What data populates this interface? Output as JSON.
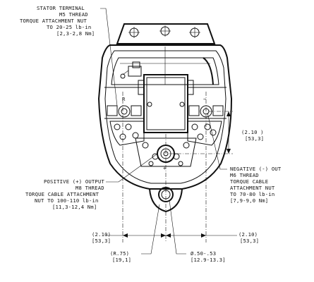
{
  "callouts": {
    "stator": [
      "STATOR TERMINAL",
      "M5 THREAD",
      "TORQUE ATTACHMENT NUT",
      "TO 20-25 lb-in",
      "[2,3-2,8 Nm]"
    ],
    "positive": [
      "POSITIVE (+) OUTPUT",
      "M8 THREAD",
      "TORQUE CABLE ATTACHMENT",
      "NUT TO 100-110 lb-in",
      "[11,3-12,4 Nm]"
    ],
    "negative": [
      "NEGATIVE (-) OUT",
      "M6 THREAD",
      "TORQUE CABLE",
      "ATTACHMENT NUT",
      "TO 70-80 lb-in",
      "[7,9-9,0 Nm]"
    ]
  },
  "dimensions": {
    "right_vertical": [
      "(2.10 )",
      "[53,3]"
    ],
    "bottom_left": [
      "(2.10)",
      "[53,3]"
    ],
    "bottom_right": [
      "(2.10)",
      "[53,3]"
    ],
    "radius": [
      "(R.75)",
      "[19,1]"
    ],
    "diameter": [
      "Ø.50-.53",
      "[12.9-13.3]"
    ]
  },
  "terminal_marks": {
    "plus": "+",
    "minus": "−",
    "r": "R"
  }
}
